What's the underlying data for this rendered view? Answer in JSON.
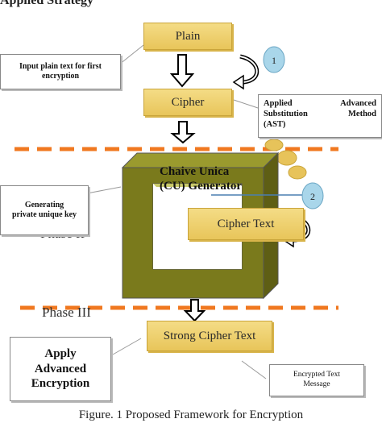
{
  "top_title": "Applied Strategy",
  "boxes": {
    "plain": "Plain",
    "cipher": "Cipher",
    "cipher_text": "Cipher Text",
    "strong_cipher_text": "Strong Cipher Text"
  },
  "generator": {
    "line1": "Chaive Unica",
    "line2": "(CU) Generator"
  },
  "phases": {
    "phase2": "Phase II",
    "phase3": "Phase III"
  },
  "badges": {
    "one": "1",
    "two": "2"
  },
  "callouts": {
    "input_plain": "Input plain text for first encryption",
    "ast_line1": "Applied Advanced",
    "ast_line2": "Substitution Method",
    "ast_line3": "(AST)",
    "generating_key": "Generating private unique key",
    "apply_advanced": "Apply Advanced Encryption",
    "encrypted_message": "Encrypted Text Message"
  },
  "caption": "Figure. 1 Proposed Framework for Encryption",
  "colors": {
    "box_fill": "#f0d272",
    "frame_fill": "#7a7a1c",
    "dash_line": "#f07820",
    "badge": "#a9d6ea",
    "coin": "#e7c35a"
  }
}
